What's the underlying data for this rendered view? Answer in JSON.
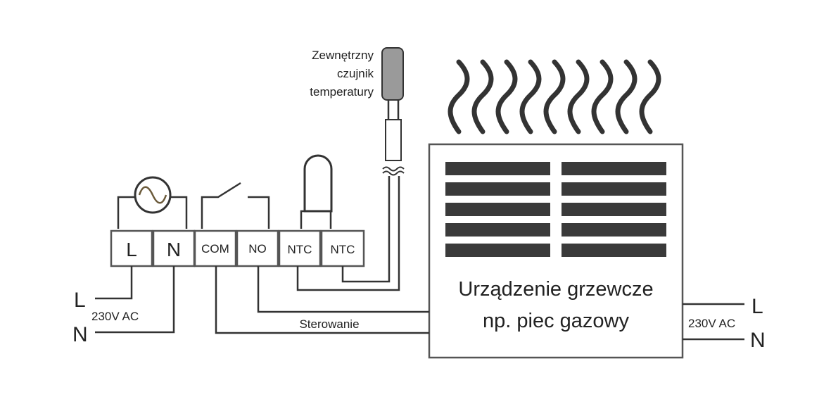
{
  "terminals": [
    {
      "label": "L"
    },
    {
      "label": "N"
    },
    {
      "label": "COM"
    },
    {
      "label": "NO"
    },
    {
      "label": "NTC"
    },
    {
      "label": "NTC"
    }
  ],
  "sensor": {
    "label_lines": [
      "Zewnętrzny",
      "czujnik",
      "temperatury"
    ]
  },
  "heater": {
    "label_lines": [
      "Urządzenie grzewcze",
      "np. piec gazowy"
    ]
  },
  "left_supply": {
    "line_label": "L",
    "neutral_label": "N",
    "voltage": "230V AC"
  },
  "right_supply": {
    "line_label": "L",
    "neutral_label": "N",
    "voltage": "230V AC"
  },
  "control_wire_label": "Sterowanie",
  "colors": {
    "stroke": "#333333",
    "box_stroke": "#555555",
    "heater_bars": "#3a3a3a",
    "sensor_body": "#9a9a9a",
    "heat_waves": "#333333"
  },
  "icons": [
    "motor-icon",
    "relay-switch-icon",
    "bulb-icon",
    "temperature-probe-icon",
    "heat-waves-icon"
  ]
}
